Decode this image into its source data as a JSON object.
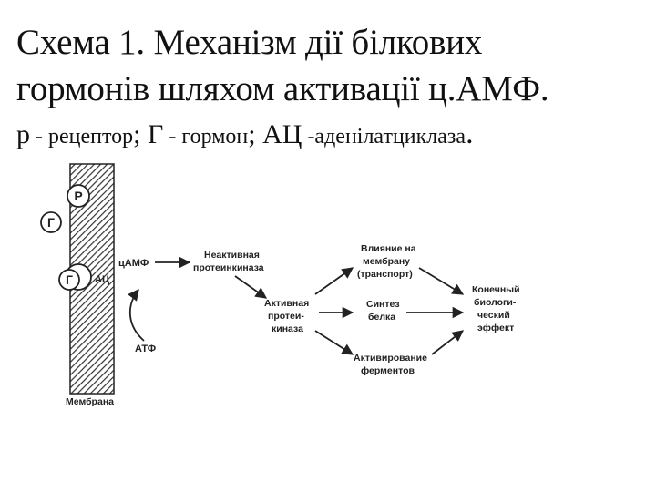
{
  "title": {
    "line1": "Схема 1. Механізм дії білкових",
    "line2": "гормонів шляхом активації ц.АМФ."
  },
  "legend": {
    "p_symbol": "р",
    "p_text": " - рецептор",
    "sep1": ";",
    "g_symbol": " Г",
    "g_text": " - гормон",
    "sep2": ";",
    "ac_symbol": " АЦ",
    "ac_text": " -аденілатциклаза",
    "end": "."
  },
  "diagram": {
    "receptor_label": "Р",
    "hormone_label": "Г",
    "bound_hormone_label": "Г",
    "ac_label": "АЦ",
    "camp_label": "цАМФ",
    "atp_label": "АТФ",
    "membrane_label": "Мембрана",
    "inactive_kinase": [
      "Неактивная",
      "протеинкиназа"
    ],
    "active_kinase": [
      "Активная",
      "протеи-",
      "киназа"
    ],
    "effects": [
      [
        "Влияние на",
        "мембрану",
        "(транспорт)"
      ],
      [
        "Синтез",
        "белка"
      ],
      [
        "Активирование",
        "ферментов"
      ]
    ],
    "final_effect": [
      "Конечный",
      "биологи-",
      "ческий",
      "эффект"
    ]
  }
}
